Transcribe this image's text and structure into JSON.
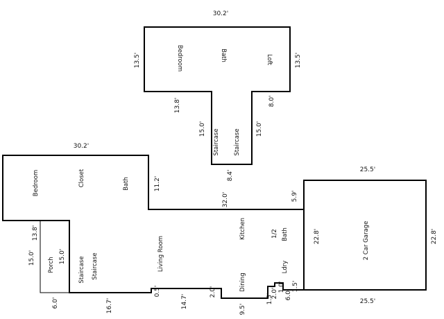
{
  "floor_plan": {
    "rooms": {
      "upper_bedroom": "Bedroom",
      "upper_bath": "Bath",
      "loft": "Loft",
      "upper_staircase_left": "Staircase",
      "upper_staircase_right": "Staircase",
      "left_bedroom": "Bedroom",
      "closet": "Closet",
      "left_bath": "Bath",
      "porch": "Porch",
      "staircase_left": "Staircase",
      "staircase_right": "Staircase",
      "living_room": "Living  Room",
      "kitchen": "Kitchen",
      "dining": "Dining",
      "half_bath_label": "1/2",
      "half_bath": "Bath",
      "laundry": "Ldry",
      "garage": "2  Car Garage"
    },
    "dimensions": {
      "upper_top": "30.2'",
      "upper_left": "13.5'",
      "upper_right": "13.5'",
      "upper_notch_left": "13.8'",
      "upper_notch_right": "8.0'",
      "upper_stair_left": "15.0'",
      "upper_stair_right": "15.0'",
      "upper_stair_bottom": "8.4'",
      "left_top": "30.2'",
      "left_inner": "11.2'",
      "main_top": "32.0'",
      "main_right": "5.9'",
      "left_notch": "13.8'",
      "porch_outer": "15.0'",
      "porch_inner": "15.0'",
      "porch_bottom": "6.0'",
      "front_bottom": "16.7'",
      "step_a": "0.5'",
      "living_bottom": "14.7'",
      "step_b": "2.0'",
      "dining_bottom": "9.5'",
      "step_c": "1.5'",
      "step_d": "2.0'",
      "step_e": "1.0'",
      "step_f": "6.0'",
      "step_g": "1.5'",
      "garage_top": "25.5'",
      "garage_bottom": "25.5'",
      "garage_left": "22.8'",
      "garage_right": "22.8'"
    }
  }
}
